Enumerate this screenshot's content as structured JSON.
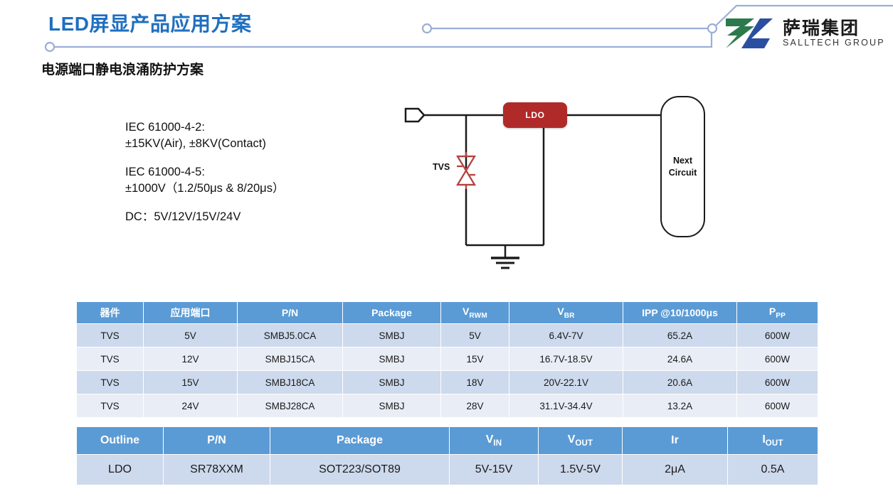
{
  "header": {
    "title": "LED屏显产品应用方案",
    "subtitle": "电源端口静电浪涌防护方案"
  },
  "logo": {
    "name_cn": "萨瑞集团",
    "name_en": "SALLTECH GROUP",
    "mark_colors": {
      "green": "#2C7A4B",
      "blue": "#2B4FA0"
    }
  },
  "specs": {
    "groups": [
      {
        "lines": [
          "IEC 61000-4-2:",
          "±15KV(Air), ±8KV(Contact)"
        ]
      },
      {
        "lines": [
          "IEC 61000-4-5:",
          "±1000V（1.2/50μs & 8/20μs）"
        ]
      },
      {
        "lines": [
          "DC：5V/12V/15V/24V"
        ]
      }
    ]
  },
  "circuit": {
    "input_connector": "input-port",
    "tvs_label": "TVS",
    "ldo_label": "LDO",
    "next_label_line1": "Next",
    "next_label_line2": "Circuit",
    "ground": "ground-symbol",
    "colors": {
      "ldo_fill": "#B02A2A",
      "tvs_stroke": "#B5433F",
      "wire": "#1a1a1a"
    }
  },
  "table_tvs": {
    "columns": [
      {
        "label": "器件",
        "sub": ""
      },
      {
        "label": "应用端口",
        "sub": ""
      },
      {
        "label": "P/N",
        "sub": ""
      },
      {
        "label": "Package",
        "sub": ""
      },
      {
        "label": "V",
        "sub": "RWM"
      },
      {
        "label": "V",
        "sub": "BR"
      },
      {
        "label": "IPP @10/1000μs",
        "sub": ""
      },
      {
        "label": "P",
        "sub": "PP"
      }
    ],
    "rows": [
      [
        "TVS",
        "5V",
        "SMBJ5.0CA",
        "SMBJ",
        "5V",
        "6.4V-7V",
        "65.2A",
        "600W"
      ],
      [
        "TVS",
        "12V",
        "SMBJ15CA",
        "SMBJ",
        "15V",
        "16.7V-18.5V",
        "24.6A",
        "600W"
      ],
      [
        "TVS",
        "15V",
        "SMBJ18CA",
        "SMBJ",
        "18V",
        "20V-22.1V",
        "20.6A",
        "600W"
      ],
      [
        "TVS",
        "24V",
        "SMBJ28CA",
        "SMBJ",
        "28V",
        "31.1V-34.4V",
        "13.2A",
        "600W"
      ]
    ]
  },
  "table_ldo": {
    "columns": [
      {
        "label": "Outline",
        "sub": ""
      },
      {
        "label": "P/N",
        "sub": ""
      },
      {
        "label": "Package",
        "sub": ""
      },
      {
        "label": "V",
        "sub": "IN"
      },
      {
        "label": "V",
        "sub": "OUT"
      },
      {
        "label": "Ir",
        "sub": ""
      },
      {
        "label": "I",
        "sub": "OUT"
      }
    ],
    "rows": [
      [
        "LDO",
        "SR78XXM",
        "SOT223/SOT89",
        "5V-15V",
        "1.5V-5V",
        "2μA",
        "0.5A"
      ]
    ]
  },
  "theme": {
    "title_blue": "#1F6FC0",
    "header_blue": "#5B9BD5",
    "row_dark": "#CDD9EC",
    "row_light": "#E8EDF6",
    "deco_line": "#9BAED6"
  }
}
